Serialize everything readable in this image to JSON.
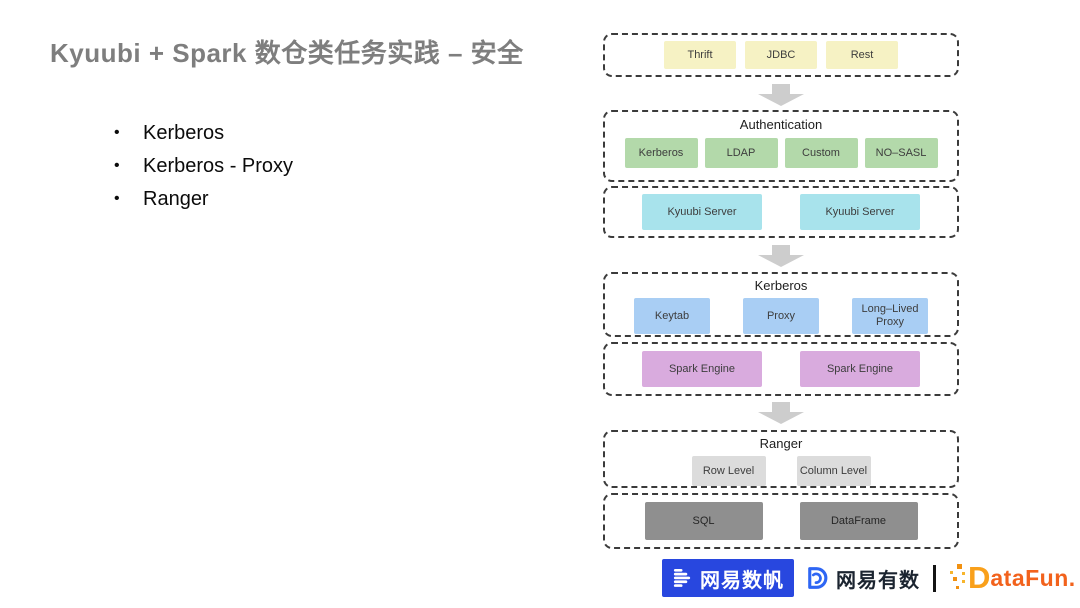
{
  "slide": {
    "title": "Kyuubi + Spark 数仓类任务实践 – 安全",
    "bullets": [
      "Kerberos",
      "Kerberos - Proxy",
      "Ranger"
    ]
  },
  "diagram": {
    "clients": {
      "boxes": [
        "Thrift",
        "JDBC",
        "Rest"
      ],
      "box_color": "#F6F2C4"
    },
    "authentication": {
      "title": "Authentication",
      "boxes": [
        "Kerberos",
        "LDAP",
        "Custom",
        "NO–SASL"
      ],
      "box_color": "#B3D9AA"
    },
    "kyuubi": {
      "boxes": [
        "Kyuubi Server",
        "Kyuubi Server"
      ],
      "box_color": "#A8E3EC"
    },
    "kerberos": {
      "title": "Kerberos",
      "boxes": [
        "Keytab",
        "Proxy",
        "Long–Lived Proxy"
      ],
      "box_color": "#A9CEF4"
    },
    "spark": {
      "boxes": [
        "Spark Engine",
        "Spark Engine"
      ],
      "box_color": "#D9ABDE"
    },
    "ranger": {
      "title": "Ranger",
      "boxes": [
        "Row Level",
        "Column Level"
      ],
      "box_color": "#DCDCDC"
    },
    "execution": {
      "boxes": [
        "SQL",
        "DataFrame"
      ],
      "box_color": "#8F8F8F"
    }
  },
  "footer": {
    "shufan": "网易数帆",
    "youshu": "网易有数",
    "separator": "|",
    "datafun_d": "D",
    "datafun_rest": "ataFun."
  },
  "colors": {
    "title_gray": "#7E7E7E",
    "dashed_border": "#3B3B3B",
    "arrow_gray": "#CDCDCD",
    "shufan_blue": "#2847DF",
    "youshu_blue": "#2E66F4",
    "datafun_yellow": "#F9A01B",
    "datafun_orange": "#F2621C"
  }
}
